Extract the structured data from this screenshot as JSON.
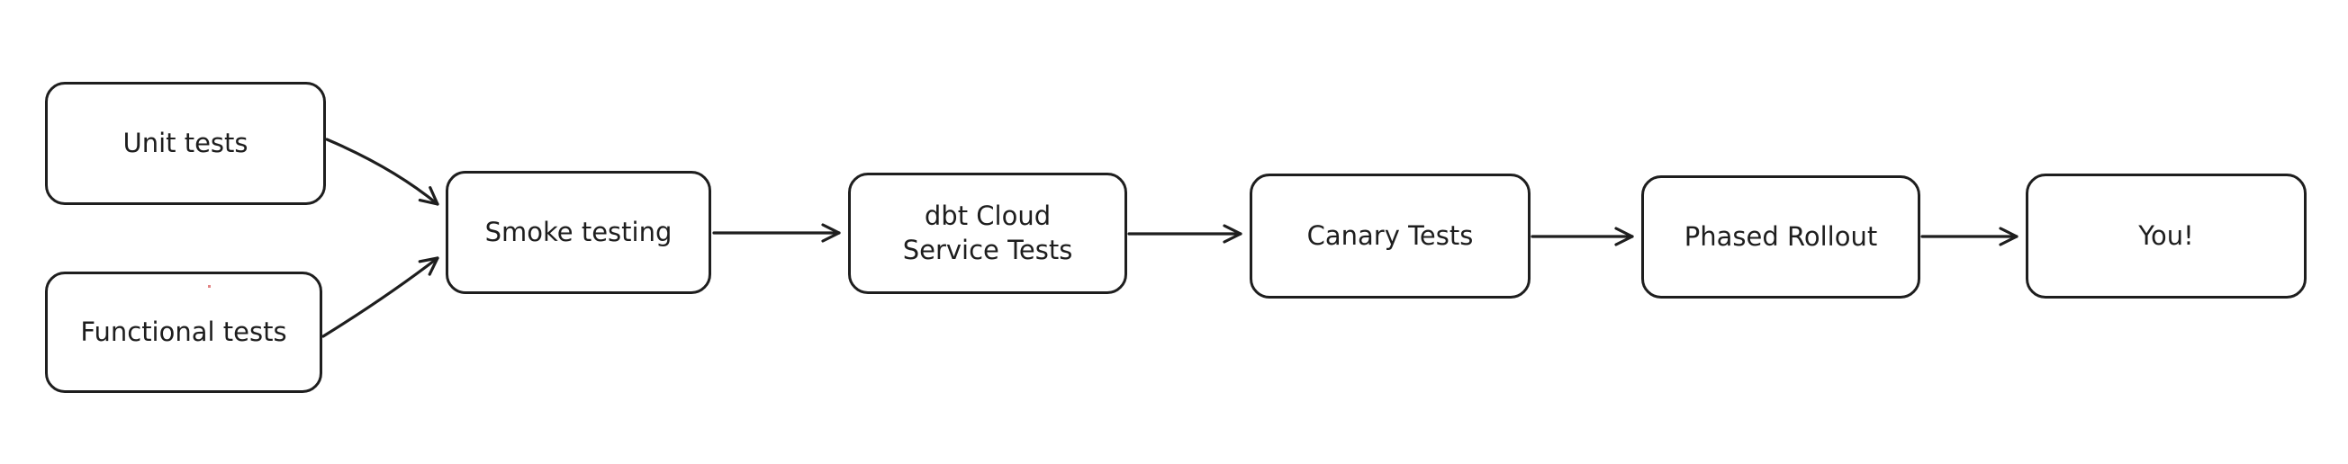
{
  "diagram": {
    "background_color": "#ffffff",
    "stroke_color": "#1e1e1e",
    "node_fill_color": "#ffffff",
    "nodes": [
      {
        "id": "unit-tests",
        "label": "Unit tests"
      },
      {
        "id": "functional-tests",
        "label": "Functional tests"
      },
      {
        "id": "smoke-testing",
        "label": "Smoke testing"
      },
      {
        "id": "dbt-cloud-service-tests",
        "label": "dbt Cloud\nService Tests"
      },
      {
        "id": "canary-tests",
        "label": "Canary Tests"
      },
      {
        "id": "phased-rollout",
        "label": "Phased Rollout"
      },
      {
        "id": "you",
        "label": "You!"
      }
    ],
    "edges": [
      {
        "from": "unit-tests",
        "to": "smoke-testing"
      },
      {
        "from": "functional-tests",
        "to": "smoke-testing"
      },
      {
        "from": "smoke-testing",
        "to": "dbt-cloud-service-tests"
      },
      {
        "from": "dbt-cloud-service-tests",
        "to": "canary-tests"
      },
      {
        "from": "canary-tests",
        "to": "phased-rollout"
      },
      {
        "from": "phased-rollout",
        "to": "you"
      }
    ]
  }
}
